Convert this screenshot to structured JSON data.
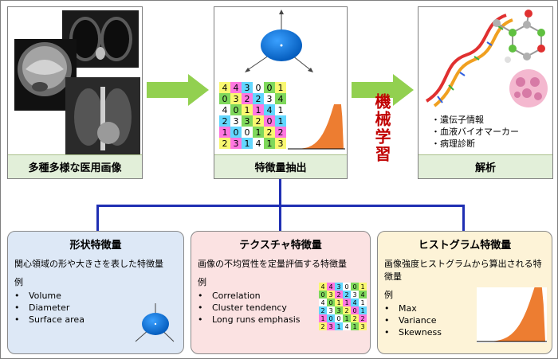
{
  "panels": {
    "images_label": "多種多様な医用画像",
    "features_label": "特徴量抽出",
    "analysis_label": "解析",
    "analysis_items": [
      "遺伝子情報",
      "血液バイオマーカー",
      "病理診断"
    ]
  },
  "machine_learning": "機械学習",
  "matrix": {
    "rows": [
      [
        "4",
        "4",
        "3",
        "0",
        "0",
        "1"
      ],
      [
        "0",
        "3",
        "2",
        "2",
        "3",
        "4"
      ],
      [
        "4",
        "0",
        "1",
        "1",
        "4",
        "1"
      ],
      [
        "2",
        "3",
        "3",
        "2",
        "0",
        "1"
      ],
      [
        "1",
        "0",
        "0",
        "1",
        "2",
        "2"
      ],
      [
        "2",
        "3",
        "1",
        "4",
        "1",
        "3"
      ]
    ]
  },
  "boxes": {
    "shape": {
      "title": "形状特徴量",
      "desc": "関心領域の形や大きさを表した特徴量",
      "example": "例",
      "items": [
        "Volume",
        "Diameter",
        "Surface area"
      ]
    },
    "texture": {
      "title": "テクスチャ特徴量",
      "desc": "画像の不均質性を定量評価する特徴量",
      "example": "例",
      "items": [
        "Correlation",
        "Cluster tendency",
        "Long runs emphasis"
      ]
    },
    "histogram": {
      "title": "ヒストグラム特徴量",
      "desc": "画像強度ヒストグラムから算出される特徴量",
      "example": "例",
      "items": [
        "Max",
        "Variance",
        "Skewness"
      ]
    }
  },
  "colors": {
    "arrow_green": "#92d050",
    "label_bg": "#e2efd9",
    "connector_blue": "#1f2fb3",
    "ml_red": "#c00000",
    "histogram_orange": "#ed7d31",
    "ellipsoid_blue": "#0b72d6",
    "matrix_cells": [
      "#f9f871",
      "#62d7ff",
      "#7fd85c",
      "#ff77e1",
      "#ffffff"
    ]
  }
}
